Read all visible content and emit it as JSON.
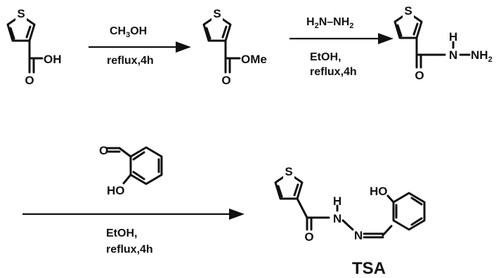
{
  "atoms": {
    "s": "S",
    "oh": "OH",
    "o": "O",
    "ome": "OMe",
    "h": "H",
    "n": "N",
    "nh2": "NH",
    "sub2": "2",
    "ho": "HO"
  },
  "hydrazine": {
    "h2n": "H",
    "sub2a": "2",
    "n1": "N",
    "dash": "–",
    "nh2": "NH",
    "sub2b": "2"
  },
  "methanol": {
    "ch": "CH",
    "sub3": "3",
    "oh": "OH"
  },
  "steps": {
    "step1_cond": "reflux,4h",
    "step2_solvent": "EtOH,",
    "step2_cond": "reflux,4h",
    "step3_solvent": "EtOH,",
    "step3_cond": "reflux,4h"
  },
  "product": {
    "name": "TSA"
  },
  "colors": {
    "ink": "#111111",
    "background": "#ffffff"
  }
}
